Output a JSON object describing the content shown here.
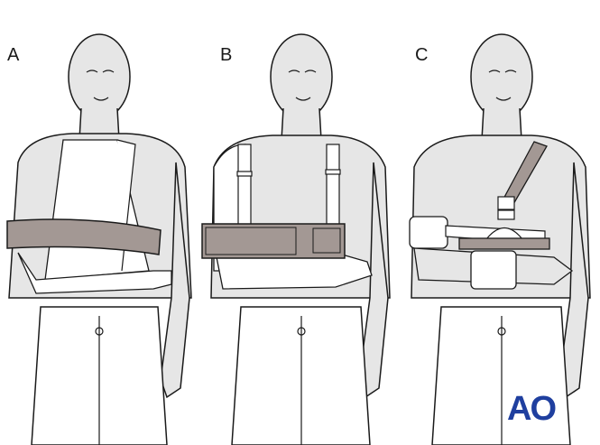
{
  "figure": {
    "panels": [
      {
        "label": "A",
        "description": "Triangular sling with swathe band",
        "sling_type": "triangular-bandage"
      },
      {
        "label": "B",
        "description": "Shoulder immobilizer with wide body belt",
        "sling_type": "velpeau-immobilizer"
      },
      {
        "label": "C",
        "description": "Shoulder sling with strap, buckle and forearm pouch",
        "sling_type": "gilchrist-sling"
      }
    ],
    "logo": {
      "text": "AO",
      "color": "#1f3f9f"
    },
    "colors": {
      "skin": "#e6e6e6",
      "outline": "#1a1a1a",
      "bandage": "#ffffff",
      "belt": "#a39894",
      "background": "#ffffff"
    }
  }
}
